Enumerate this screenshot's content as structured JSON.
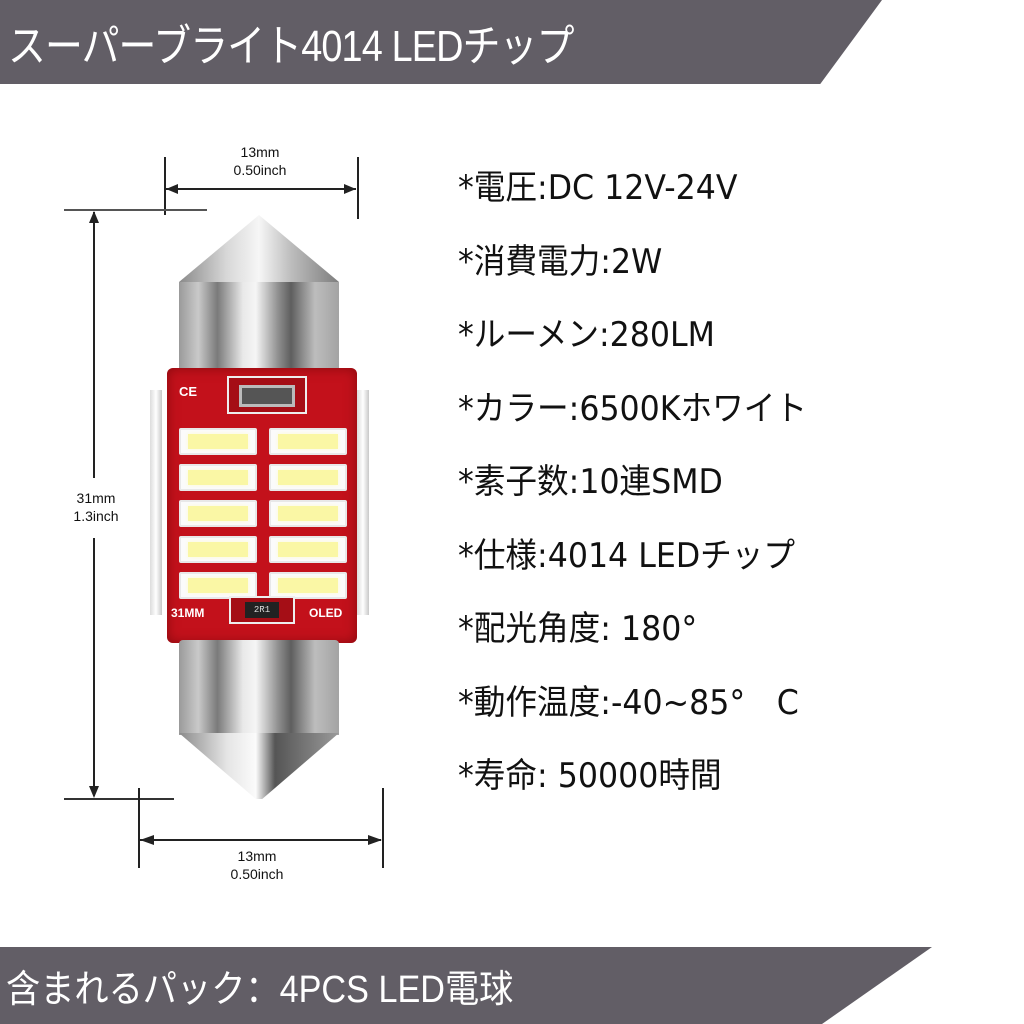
{
  "header": {
    "title": "スーパーブライト4014 LEDチップ",
    "background_color": "#625e66",
    "text_color": "#ffffff"
  },
  "diagram": {
    "top_width": {
      "mm": "13mm",
      "inch": "0.50inch"
    },
    "length": {
      "mm": "31mm",
      "inch": "1.3inch"
    },
    "bottom_width": {
      "mm": "13mm",
      "inch": "0.50inch"
    },
    "pcb_labels": {
      "ce": "CE",
      "size": "31MM",
      "brand": "OLED",
      "resistor_code": "2R1"
    },
    "led_count": 10,
    "pcb_color": "#c3111b"
  },
  "specs": [
    {
      "label": "*電圧",
      "value": "DC 12V-24V",
      "text": "*電圧:DC 12V-24V"
    },
    {
      "label": "*消費電力",
      "value": "2W",
      "text": "*消費電力:2W"
    },
    {
      "label": "*ルーメン",
      "value": "280LM",
      "text": "*ルーメン:280LM"
    },
    {
      "label": "*カラー",
      "value": "6500Kホワイト",
      "text": "*カラー:6500Kホワイト"
    },
    {
      "label": "*素子数",
      "value": "10連SMD",
      "text": "*素子数:10連SMD"
    },
    {
      "label": "*仕様",
      "value": "4014 LEDチップ",
      "text": "*仕様:4014 LEDチップ"
    },
    {
      "label": "*配光角度",
      "value": "180°",
      "text": "*配光角度: 180°"
    },
    {
      "label": "*動作温度",
      "value": "-40~85° C",
      "text": "*動作温度:-40~85°　C"
    },
    {
      "label": "*寿命",
      "value": "50000時間",
      "text": "*寿命: 50000時間"
    }
  ],
  "footer": {
    "text": "含まれるパック：4PCS LED電球",
    "background_color": "#625e66",
    "text_color": "#ffffff"
  }
}
